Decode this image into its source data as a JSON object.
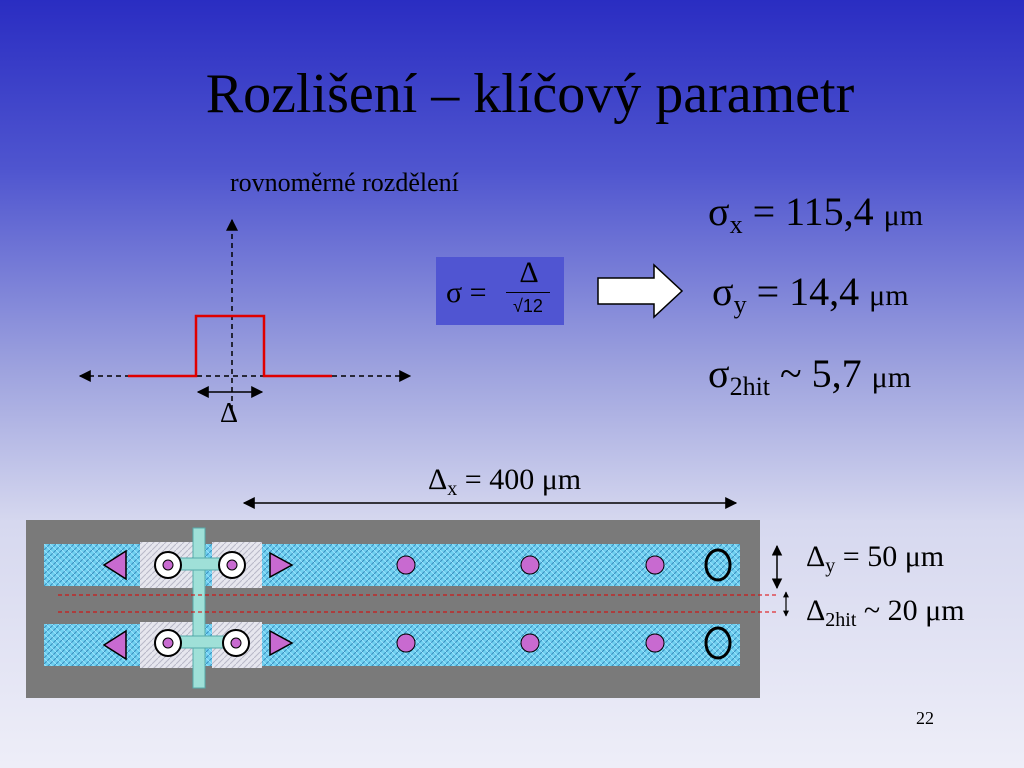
{
  "title": "Rozlišení – klíčový parametr",
  "distribution_label": "rovnoměrné rozdělení",
  "distribution_width_symbol": "Δ",
  "formula": {
    "lhs": "σ =",
    "numerator": "Δ",
    "denominator": "√12"
  },
  "results": [
    {
      "symbol": "σ",
      "subscript": "x",
      "relation": " = 115,4 ",
      "unit": "μm"
    },
    {
      "symbol": "σ",
      "subscript": "y",
      "relation": " = 14,4 ",
      "unit": "μm"
    },
    {
      "symbol": "σ",
      "subscript": "2hit",
      "relation": " ~ 5,7 ",
      "unit": "μm"
    }
  ],
  "pitch_x": {
    "symbol": "Δ",
    "subscript": "x",
    "text": " = 400 μm"
  },
  "pitch_y": {
    "symbol": "Δ",
    "subscript": "y",
    "text": " = 50 μm"
  },
  "two_hit": {
    "symbol": "Δ",
    "subscript": "2hit",
    "text": " ~ 20 μm"
  },
  "page_number": "22",
  "colors": {
    "accent_red": "#e00000",
    "pixel_blue": "#6fd0f0",
    "pixel_frame": "#7a7a7a",
    "bump_pink": "#c86ad0",
    "formula_box": "#5055d2"
  }
}
